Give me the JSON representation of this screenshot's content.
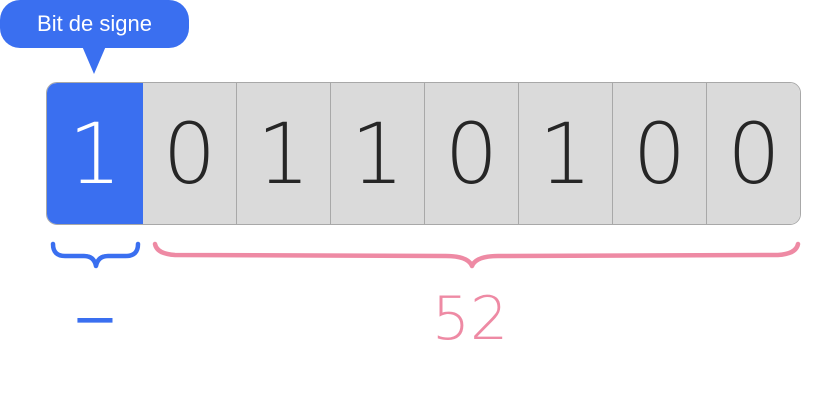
{
  "tooltip": {
    "label": "Bit de signe"
  },
  "bits": [
    "1",
    "0",
    "1",
    "1",
    "0",
    "1",
    "0",
    "0"
  ],
  "sign_label": "−",
  "value_label": "52",
  "colors": {
    "sign": "#3a6ff0",
    "value": "#ee8aa4",
    "cell_bg": "#dadada",
    "cell_border": "#a8a8a8",
    "digit": "#262626"
  }
}
